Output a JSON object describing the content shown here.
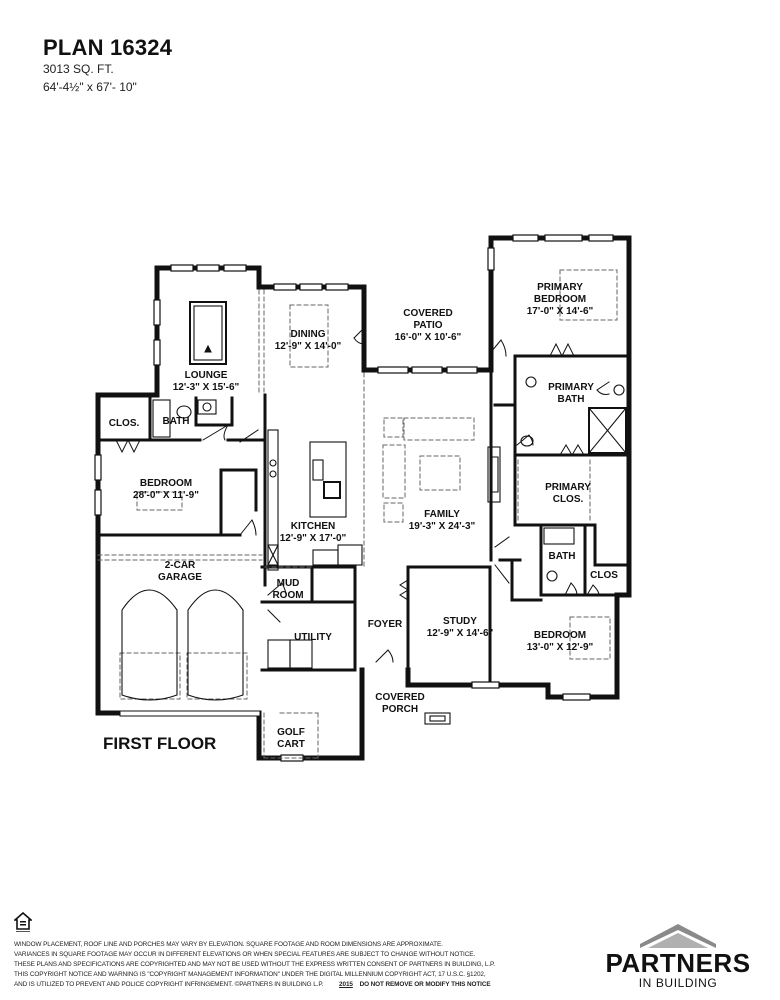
{
  "header": {
    "title": "PLAN 16324",
    "sqft": "3013 SQ. FT.",
    "dimensions": "64'-4½\" x 67'- 10\""
  },
  "floor_label": "FIRST FLOOR",
  "rooms": {
    "lounge": {
      "name": "LOUNGE",
      "size": "12'-3\" X 15'-6\""
    },
    "dining": {
      "name": "DINING",
      "size": "12'-9\" X 14'-0\""
    },
    "covered_patio": {
      "name1": "COVERED",
      "name2": "PATIO",
      "size": "16'-0\" X 10'-6\""
    },
    "primary_bedroom": {
      "name1": "PRIMARY",
      "name2": "BEDROOM",
      "size": "17'-0\" X 14'-6\""
    },
    "primary_bath": {
      "name1": "PRIMARY",
      "name2": "BATH"
    },
    "primary_closet": {
      "name1": "PRIMARY",
      "name2": "CLOS."
    },
    "closet_left": {
      "name": "CLOS."
    },
    "bath_left": {
      "name": "BATH"
    },
    "bedroom_left": {
      "name": "BEDROOM",
      "size": "28'-0\" X 11'-9\""
    },
    "kitchen": {
      "name": "KITCHEN",
      "size": "12'-9\" X 17'-0\""
    },
    "family": {
      "name": "FAMILY",
      "size": "19'-3\" X 24'-3\""
    },
    "garage": {
      "name1": "2-CAR",
      "name2": "GARAGE"
    },
    "mud_room": {
      "name1": "MUD",
      "name2": "ROOM"
    },
    "utility": {
      "name": "UTILITY"
    },
    "foyer": {
      "name": "FOYER"
    },
    "study": {
      "name": "STUDY",
      "size": "12'-9\" X 14'-6\""
    },
    "bath_right": {
      "name": "BATH"
    },
    "closet_right": {
      "name": "CLOS"
    },
    "bedroom_right": {
      "name": "BEDROOM",
      "size": "13'-0\" X 12'-9\""
    },
    "covered_porch": {
      "name1": "COVERED",
      "name2": "PORCH"
    },
    "golf_cart": {
      "name1": "GOLF",
      "name2": "CART"
    }
  },
  "footer": {
    "equal_housing_icon": "equal-housing-opportunity",
    "disclaimer_lines": [
      "Window placement, roof line and porches may vary by elevation.  Square footage and room dimensions are approximate.",
      "Variances in square footage may occur in different elevations or when special features are subject to change without notice.",
      "These plans and specifications are copyrighted and may not be used without the express written consent of Partners in Building, L.P.",
      "This copyright notice and warning is \"Copyright Management Information\" under the Digital Millennium Copyright Act, 17 U.S.C.   §1202,",
      "and is utilized to prevent and police copyright infringement.  ©Partners in Building L.P."
    ],
    "year": "2015",
    "do_not_modify": "DO NOT REMOVE OR MODIFY THIS NOTICE"
  },
  "logo": {
    "name": "PARTNERS",
    "tagline": "IN BUILDING",
    "roof_color": "#8a8a8a"
  },
  "colors": {
    "wall": "#111111",
    "background": "#ffffff",
    "dashed": "#777777"
  }
}
